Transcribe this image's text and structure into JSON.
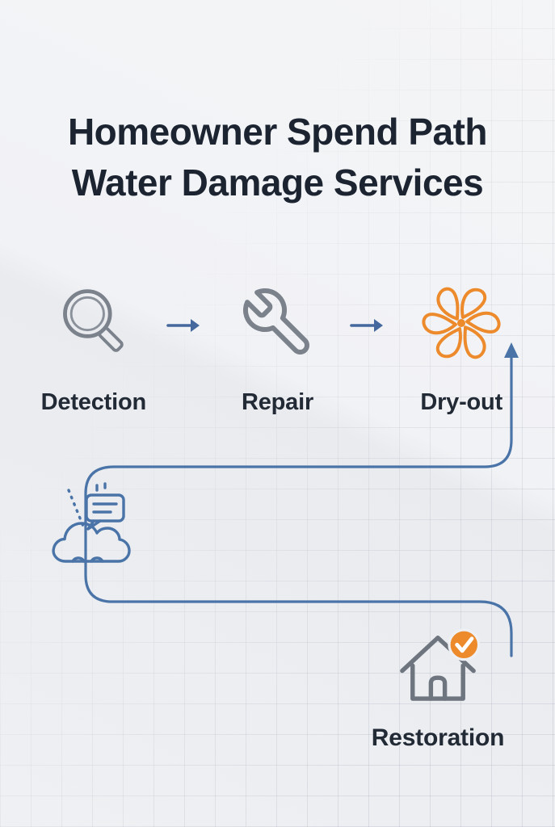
{
  "title": {
    "line1": "Homeowner Spend Path",
    "line2": "Water Damage Services"
  },
  "flow": {
    "steps": [
      {
        "label": "Detection",
        "icon": "magnifier-icon"
      },
      {
        "label": "Repair",
        "icon": "wrench-icon"
      },
      {
        "label": "Dry-out",
        "icon": "fan-icon"
      }
    ],
    "final_step": {
      "label": "Restoration",
      "icon": "house-check-icon"
    },
    "decor_icon": "storm-report-icon",
    "connector": "s-curve-path-with-up-arrow"
  },
  "colors": {
    "title_text": "#1c2431",
    "label_text": "#222a36",
    "icon_gray": "#7b828c",
    "accent_blue": "#44689d",
    "connector_blue": "#4a74a8",
    "accent_orange": "#ec8a2c",
    "background": "#eef0f3"
  }
}
